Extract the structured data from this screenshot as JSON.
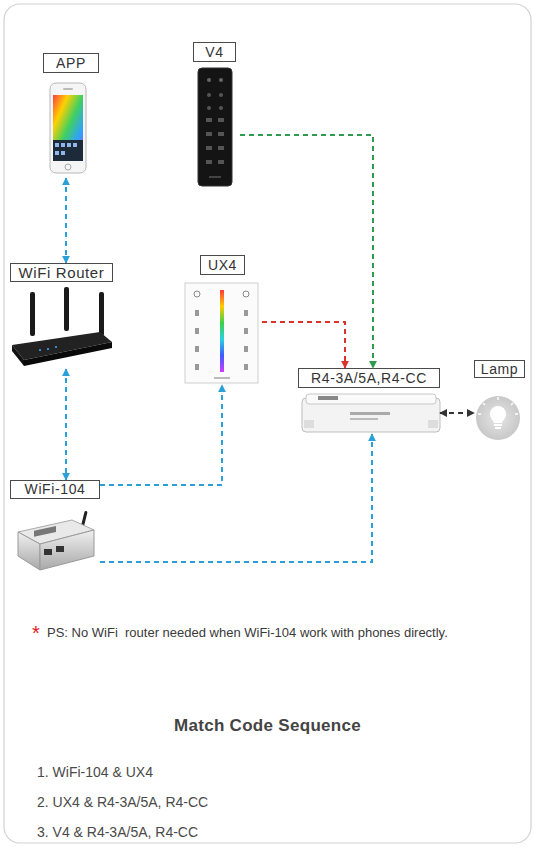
{
  "diagram": {
    "title": "Match Code Sequence",
    "nodes": [
      {
        "text": [
          "APP"
        ]
      },
      {
        "text": [
          "V4"
        ]
      },
      {
        "text": [
          "WiFi Router"
        ]
      },
      {
        "text": [
          "UX4"
        ]
      },
      {
        "text": [
          "R4-3A/5A,R4-CC"
        ]
      },
      {
        "text": [
          "Lamp"
        ]
      },
      {
        "text": [
          "WiFi-104"
        ]
      }
    ],
    "edges": [
      {
        "from": 0,
        "to": 2,
        "arrow": "both"
      },
      {
        "from": 2,
        "to": 6,
        "arrow": "both"
      },
      {
        "from": 1,
        "to": 4,
        "arrow": "to"
      },
      {
        "from": 3,
        "to": 4,
        "arrow": "to"
      },
      {
        "from": 6,
        "to": 3,
        "arrow": "to"
      },
      {
        "from": 6,
        "to": 4,
        "arrow": "to"
      },
      {
        "from": 4,
        "to": 5,
        "arrow": "both"
      }
    ],
    "labels": [
      "*",
      "PS: No WiFi  router needed when WiFi-104 work with phones directly.",
      "1. WiFi-104 & UX4",
      "2. UX4 & R4-3A/5A, R4-CC",
      "3. V4 & R4-3A/5A, R4-CC"
    ]
  }
}
